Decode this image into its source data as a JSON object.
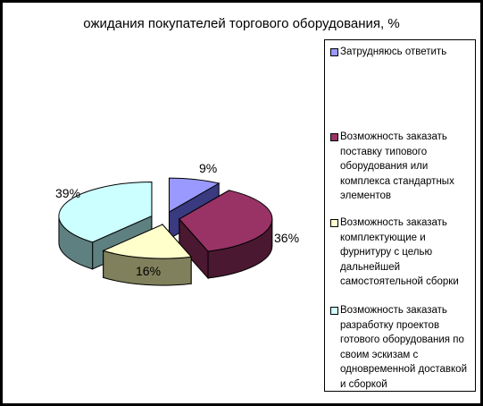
{
  "chart_data": {
    "type": "pie",
    "title": "ожидания покупателей торгового оборудования, %",
    "series": [
      {
        "name": "Затрудняюсь ответить",
        "value": 9,
        "label": "9%",
        "color": "#9999ff",
        "side": "#3a3a80"
      },
      {
        "name": "Возможность заказать поставку типового оборудования или комплекса стандартных элементов",
        "value": 36,
        "label": "36%",
        "color": "#993366",
        "side": "#4a1830"
      },
      {
        "name": "Возможность заказать комплектующие и фурнитуру с целью дальнейшей самостоятельной сборки",
        "value": 16,
        "label": "16%",
        "color": "#ffffcc",
        "side": "#80805c"
      },
      {
        "name": "Возможность заказать разработку проектов готового оборудования по своим эскизам с одновременной доставкой и сборкой",
        "value": 39,
        "label": "39%",
        "color": "#ccffff",
        "side": "#5f8080"
      }
    ],
    "legend_position": "right",
    "exploded": true,
    "style": "3d"
  }
}
